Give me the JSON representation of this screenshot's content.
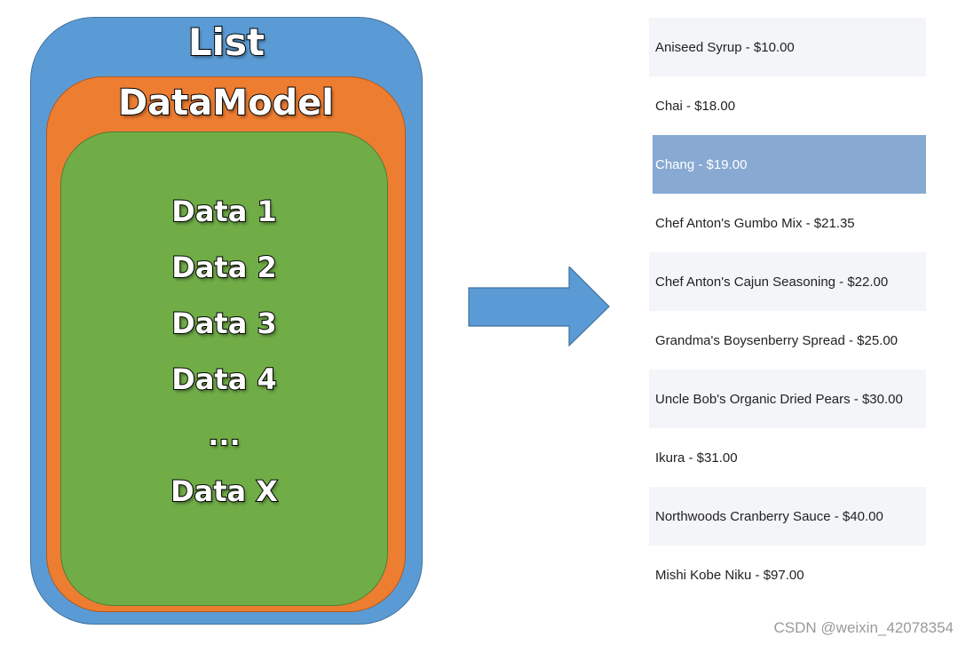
{
  "diagram": {
    "list_label": "List",
    "datamodel_label": "DataModel",
    "data_items": [
      "Data 1",
      "Data 2",
      "Data 3",
      "Data 4",
      "...",
      "Data X"
    ],
    "colors": {
      "list": "#5b9bd5",
      "datamodel": "#ed7d31",
      "data": "#70ad47",
      "arrow": "#5b9bd5"
    }
  },
  "product_list": {
    "items": [
      "Aniseed Syrup - $10.00",
      "Chai - $18.00",
      "Chang - $19.00",
      "Chef Anton's Gumbo Mix - $21.35",
      "Chef Anton's Cajun Seasoning - $22.00",
      "Grandma's Boysenberry Spread - $25.00",
      "Uncle Bob's Organic Dried Pears - $30.00",
      "Ikura - $31.00",
      "Northwoods Cranberry Sauce - $40.00",
      "Mishi Kobe Niku - $97.00"
    ],
    "selected_item": "Chang - $19.00",
    "selected_color": "#87a9d2"
  },
  "watermark": "CSDN @weixin_42078354"
}
